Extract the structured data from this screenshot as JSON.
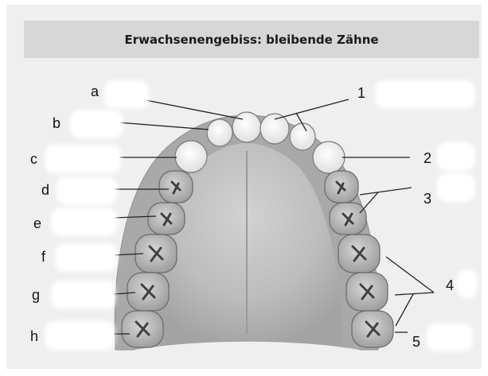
{
  "title": "Erwachsenengebiss: bleibende Zähne",
  "letter_labels": [
    "a",
    "b",
    "c",
    "d",
    "e",
    "f",
    "g",
    "h"
  ],
  "number_labels": [
    "1",
    "2",
    "3",
    "4",
    "5"
  ]
}
